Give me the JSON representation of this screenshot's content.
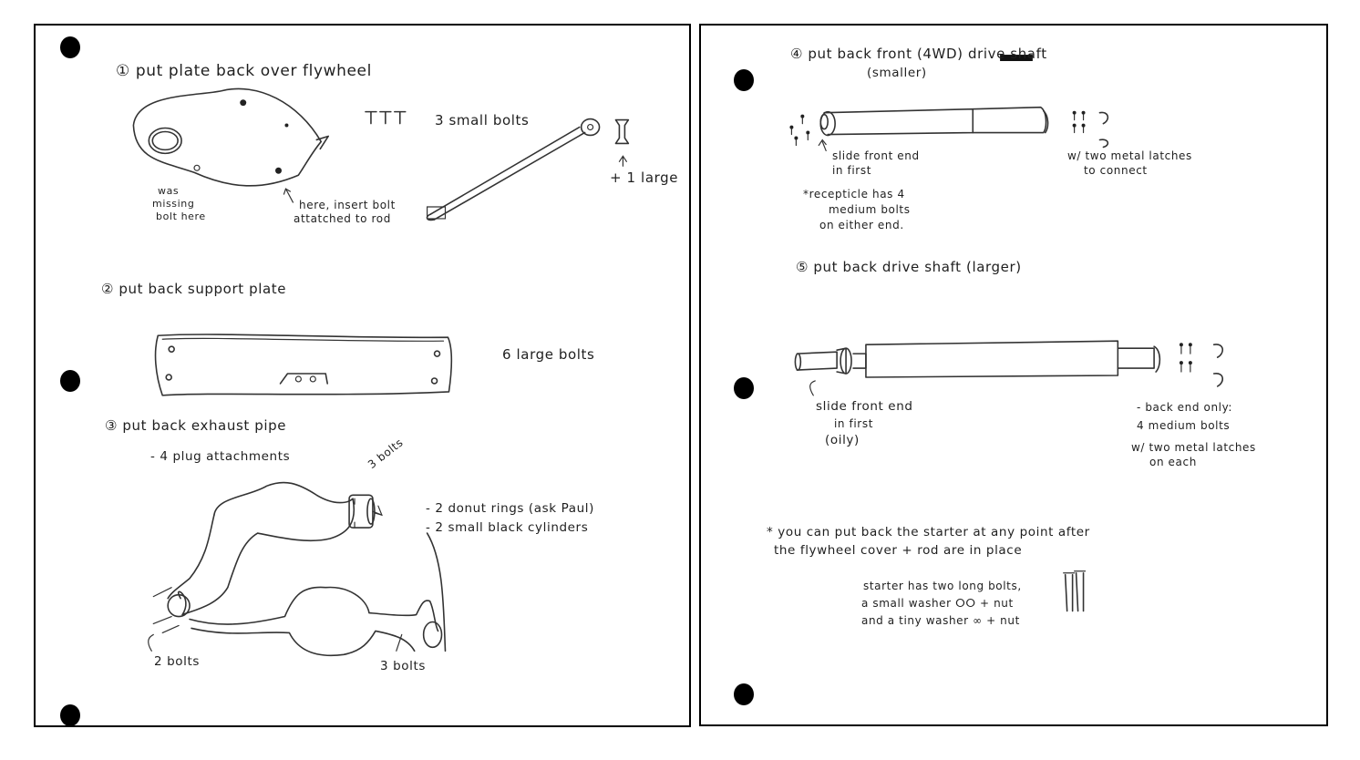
{
  "left_page": {
    "step1": {
      "heading": "① put plate back over flywheel",
      "bolts_label": "3 small bolts",
      "missing_note_1": "was",
      "missing_note_2": "missing",
      "missing_note_3": "bolt here",
      "insert_note_1": "here, insert bolt",
      "insert_note_2": "attatched to rod",
      "large_label": "+ 1 large"
    },
    "step2": {
      "heading": "② put back support plate",
      "bolts_label": "6 large bolts"
    },
    "step3": {
      "heading": "③ put back exhaust pipe",
      "sub": "- 4 plug attachments",
      "top_bolts": "3 bolts",
      "donut_line": "- 2 donut rings (ask Paul)",
      "cylinder_line": "- 2 small black cylinders",
      "left_bolts": "2 bolts",
      "bottom_bolts": "3 bolts"
    }
  },
  "right_page": {
    "step4": {
      "heading": "④ put back front (4WD) drive shaft",
      "subheading": "(smaller)",
      "slide_1": "slide front end",
      "slide_2": "in first",
      "latch_1": "w/ two metal latches",
      "latch_2": "to connect",
      "recep_1": "*recepticle has 4",
      "recep_2": "medium bolts",
      "recep_3": "on either end."
    },
    "step5": {
      "heading": "⑤ put back drive shaft (larger)",
      "slide_1": "slide front end",
      "slide_2": "in first",
      "slide_3": "(oily)",
      "back_1": "- back end only:",
      "back_2": "4 medium bolts",
      "back_3": "w/ two metal latches",
      "back_4": "on each"
    },
    "note": {
      "line1": "* you can put back the starter at any point after",
      "line2": "the flywheel cover + rod are in place",
      "starter_1": "starter has two long bolts,",
      "starter_2": "a small washer ⵔⵔ + nut",
      "starter_3": "and a tiny washer ∞ + nut"
    }
  }
}
